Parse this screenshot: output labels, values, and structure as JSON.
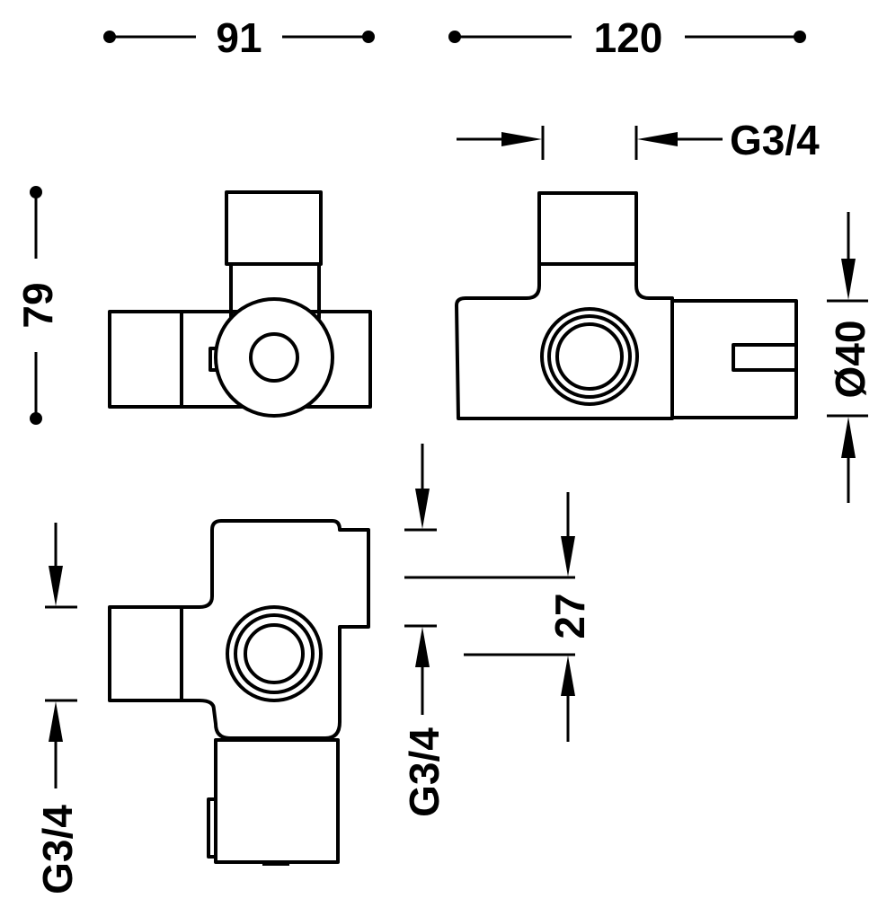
{
  "dimensions": {
    "front_width": "91",
    "side_width": "120",
    "height": "79",
    "side_thread": "G3/4",
    "diameter": "Ø40",
    "offset": "27",
    "bottom_thread_center": "G3/4",
    "bottom_thread_left": "G3/4"
  }
}
